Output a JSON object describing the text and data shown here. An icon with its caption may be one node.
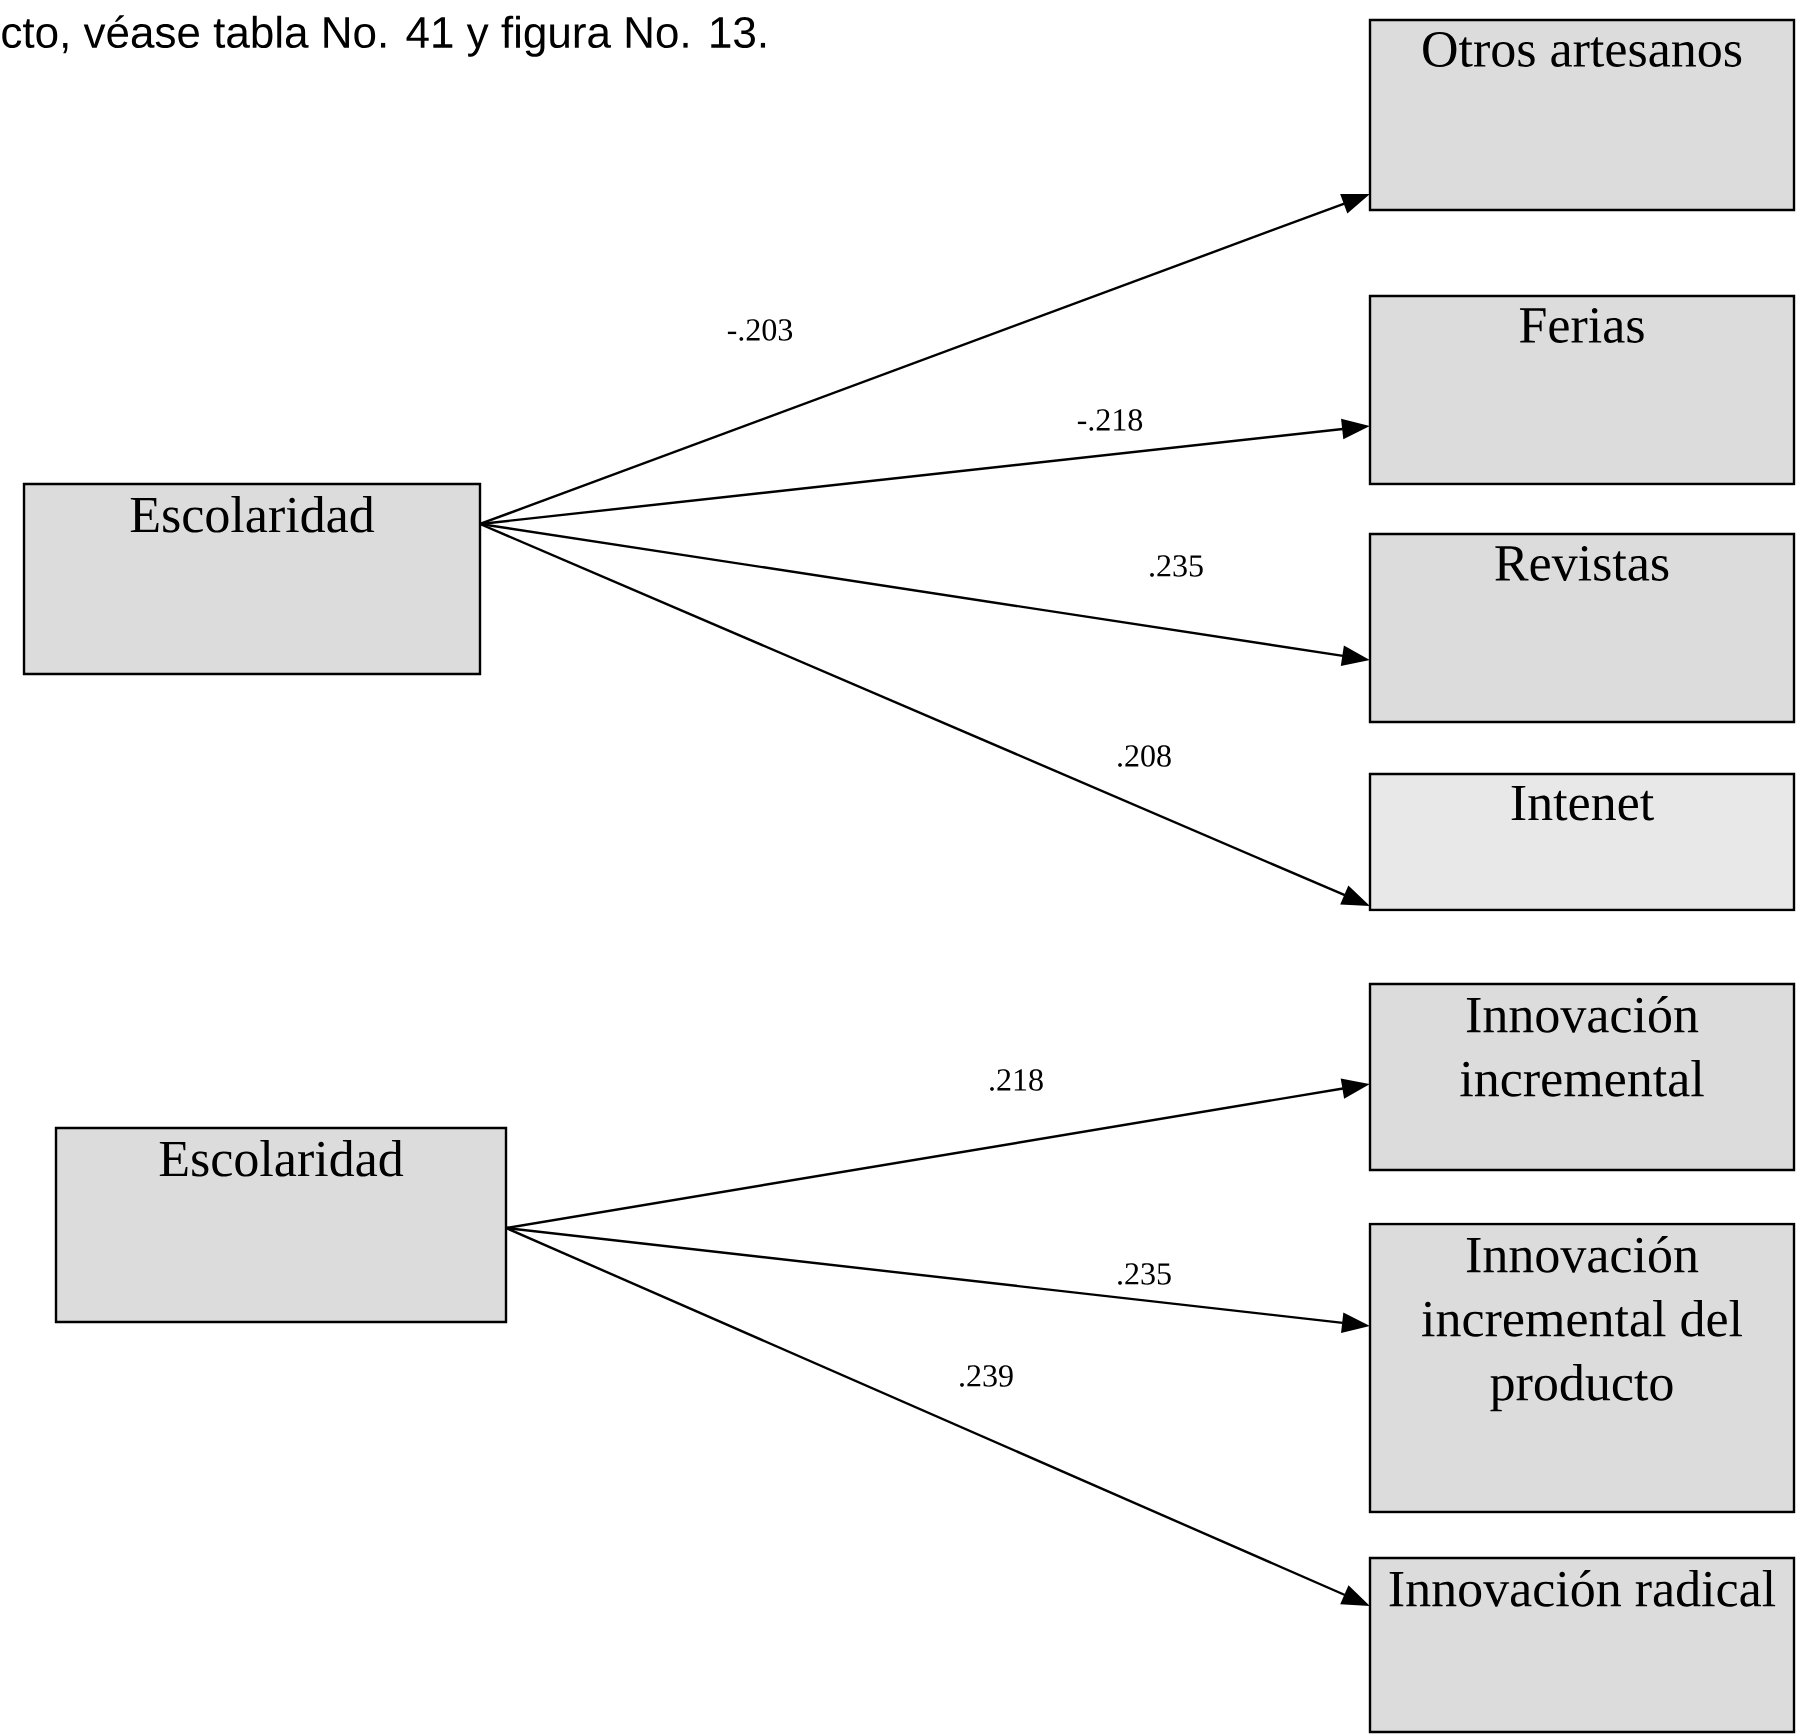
{
  "diagram": {
    "nodes": [
      {
        "text": [
          "Escolaridad"
        ]
      },
      {
        "text": [
          "Otros artesanos"
        ]
      },
      {
        "text": [
          "Ferias"
        ]
      },
      {
        "text": [
          "Revistas"
        ]
      },
      {
        "text": [
          "Intenet"
        ]
      },
      {
        "text": [
          "Escolaridad"
        ]
      },
      {
        "text": [
          "Innovación incremental"
        ]
      },
      {
        "text": [
          "Innovación incremental del producto"
        ]
      },
      {
        "text": [
          "Innovación radical"
        ]
      }
    ],
    "edges": [
      {
        "from": 0,
        "to": 1,
        "arrow": "to",
        "label": "-.203"
      },
      {
        "from": 0,
        "to": 2,
        "arrow": "to",
        "label": "-.218"
      },
      {
        "from": 0,
        "to": 3,
        "arrow": "to",
        "label": ".235"
      },
      {
        "from": 0,
        "to": 4,
        "arrow": "to",
        "label": ".208"
      },
      {
        "from": 5,
        "to": 6,
        "arrow": "to",
        "label": ".218"
      },
      {
        "from": 5,
        "to": 7,
        "arrow": "to",
        "label": ".235"
      },
      {
        "from": 5,
        "to": 8,
        "arrow": "to",
        "label": ".239"
      }
    ],
    "labels": [
      "cto, véase tabla No. 41 y figura No. 13."
    ]
  }
}
